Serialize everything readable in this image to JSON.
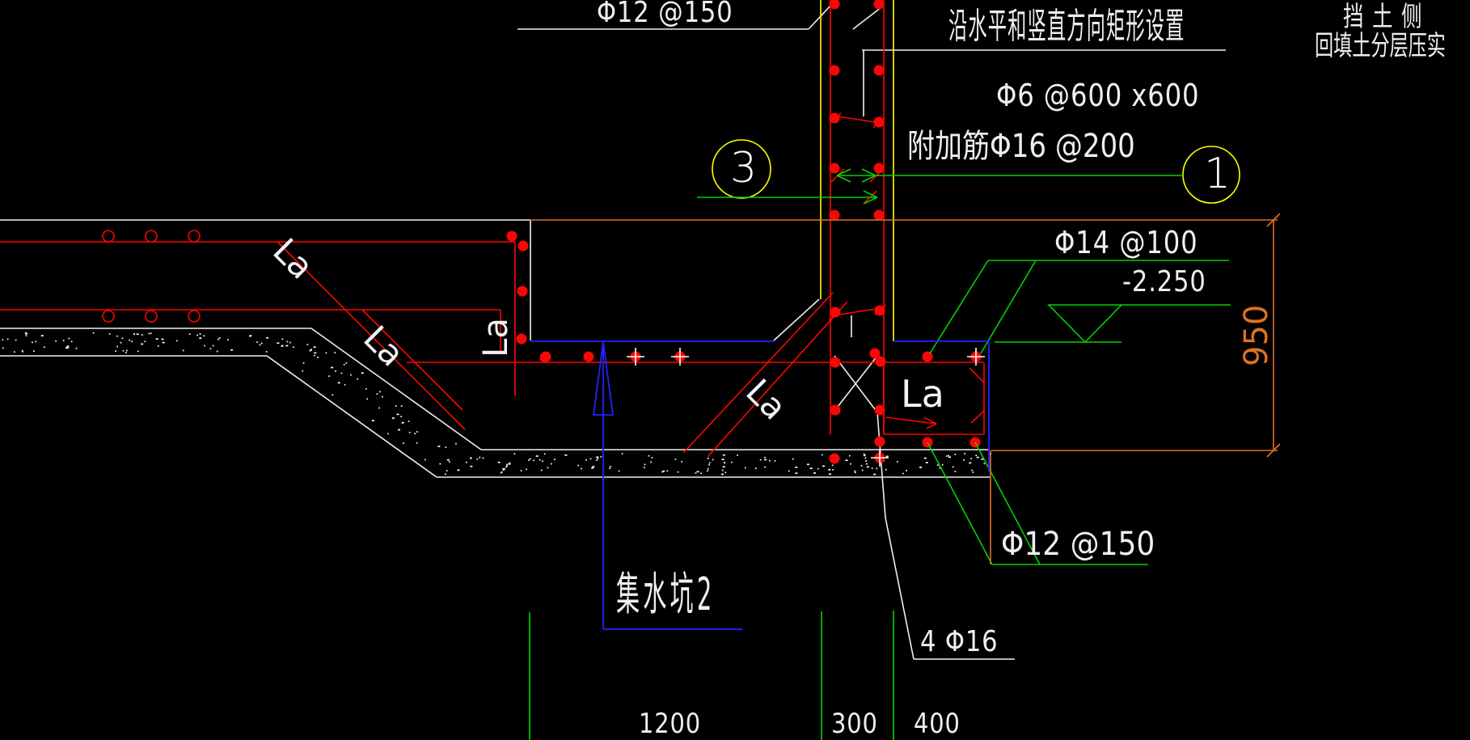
{
  "annotations": {
    "top_rebar_label": "Φ12 @150",
    "mesh_note": "沿水平和竖直方向矩形设置",
    "mesh_spec": "Φ6 @600 x600",
    "added_rebar_label": "附加筋Φ16 @200",
    "backfill_note_line1": "挡土侧",
    "backfill_note_line2": "回填土分层压实",
    "slab_rebar_label": "Φ14 @100",
    "elevation_value": "-2.250",
    "bottom_rebar_label": "Φ12 @150",
    "corner_bars_label": "4 Φ16",
    "pit_label": "集水坑2",
    "anchorage_label": "La",
    "section_mark_3": "3",
    "section_mark_1": "1"
  },
  "dimensions": {
    "height_950": "950",
    "width_1200": "1200",
    "width_300": "300",
    "width_400": "400"
  },
  "colors": {
    "background": "#000000",
    "concrete_outline": "#ffffff",
    "rebar": "#ff0000",
    "leader_green": "#00d200",
    "pit_blue": "#2222ff",
    "dimension_orange": "#df7120",
    "wall_yellow": "#ffff00"
  }
}
